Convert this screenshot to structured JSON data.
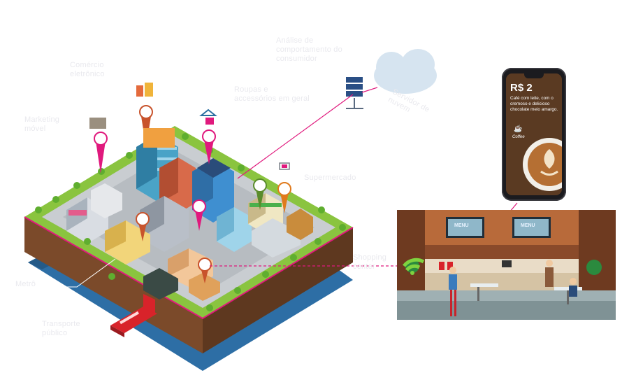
{
  "labels": {
    "ecommerce": "Comércio\neletrônico",
    "mobile_marketing": "Marketing\nmóvel",
    "clothing": "Roupas e\naccessórios em geral",
    "analytics": "Análise de\ncomportamento do\nconsumidor",
    "cloud_server": "Servidor de\nnuvem",
    "shopping": "Shopping\ncenter",
    "supermarket": "Supermercado",
    "metro": "Metrô",
    "transport": "Transporte\npúblico"
  },
  "phone": {
    "price": "R$ 2",
    "description": "Café com leite, com o cremoso e delicioso chocolate meio amargo.",
    "product_label": "Coffee"
  },
  "cafe": {
    "menu_1": "MENU",
    "menu_2": "MENU"
  },
  "colors": {
    "grass": "#8ac43f",
    "road": "#c9cdd1",
    "soil": "#7a4b2a",
    "water": "#2c6ea6",
    "connector": "#e0197d",
    "wifi": "#e0197d"
  }
}
